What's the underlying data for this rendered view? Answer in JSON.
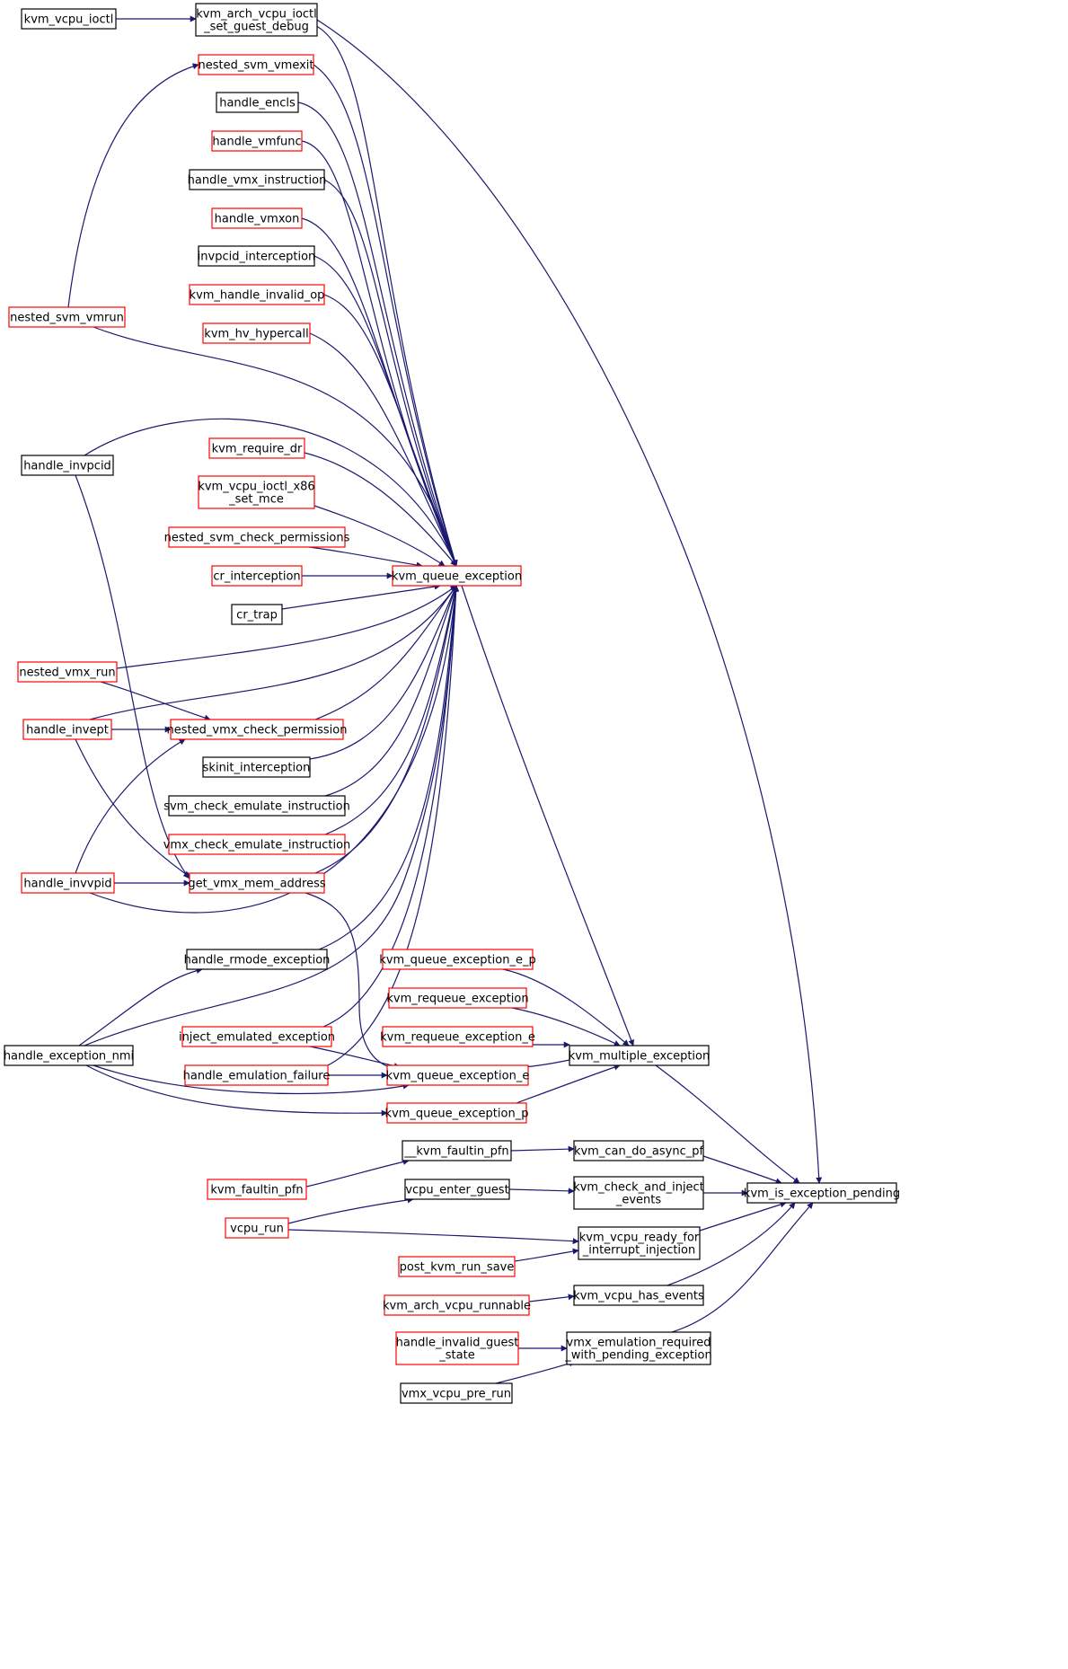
{
  "graph": {
    "type": "call-graph",
    "direction": "right-to-left",
    "colors": {
      "edge": "#191970",
      "border_default": "#000000",
      "border_truncated": "#ff0000",
      "focus_fill": "#bfbfbf",
      "background": "#ffffff"
    },
    "nodes": {
      "kvm_vcpu_ioctl": {
        "label": [
          "kvm_vcpu_ioctl"
        ],
        "border": "black"
      },
      "kvm_arch_vcpu_ioctl_set_guest_debug": {
        "label": [
          "kvm_arch_vcpu_ioctl",
          "_set_guest_debug"
        ],
        "border": "black"
      },
      "nested_svm_vmexit": {
        "label": [
          "nested_svm_vmexit"
        ],
        "border": "red"
      },
      "handle_encls": {
        "label": [
          "handle_encls"
        ],
        "border": "black"
      },
      "handle_vmfunc": {
        "label": [
          "handle_vmfunc"
        ],
        "border": "red"
      },
      "handle_vmx_instruction": {
        "label": [
          "handle_vmx_instruction"
        ],
        "border": "black"
      },
      "handle_vmxon": {
        "label": [
          "handle_vmxon"
        ],
        "border": "red"
      },
      "invpcid_interception": {
        "label": [
          "invpcid_interception"
        ],
        "border": "black"
      },
      "kvm_handle_invalid_op": {
        "label": [
          "kvm_handle_invalid_op"
        ],
        "border": "red"
      },
      "kvm_hv_hypercall": {
        "label": [
          "kvm_hv_hypercall"
        ],
        "border": "red"
      },
      "nested_svm_vmrun": {
        "label": [
          "nested_svm_vmrun"
        ],
        "border": "red"
      },
      "handle_invpcid": {
        "label": [
          "handle_invpcid"
        ],
        "border": "black"
      },
      "kvm_require_dr": {
        "label": [
          "kvm_require_dr"
        ],
        "border": "red"
      },
      "kvm_vcpu_ioctl_x86_set_mce": {
        "label": [
          "kvm_vcpu_ioctl_x86",
          "_set_mce"
        ],
        "border": "red"
      },
      "nested_svm_check_permissions": {
        "label": [
          "nested_svm_check_permissions"
        ],
        "border": "red"
      },
      "cr_interception": {
        "label": [
          "cr_interception"
        ],
        "border": "red"
      },
      "kvm_queue_exception": {
        "label": [
          "kvm_queue_exception"
        ],
        "border": "red"
      },
      "cr_trap": {
        "label": [
          "cr_trap"
        ],
        "border": "black"
      },
      "nested_vmx_run": {
        "label": [
          "nested_vmx_run"
        ],
        "border": "red"
      },
      "handle_invept": {
        "label": [
          "handle_invept"
        ],
        "border": "red"
      },
      "nested_vmx_check_permission": {
        "label": [
          "nested_vmx_check_permission"
        ],
        "border": "red"
      },
      "skinit_interception": {
        "label": [
          "skinit_interception"
        ],
        "border": "black"
      },
      "svm_check_emulate_instruction": {
        "label": [
          "svm_check_emulate_instruction"
        ],
        "border": "black"
      },
      "vmx_check_emulate_instruction": {
        "label": [
          "vmx_check_emulate_instruction"
        ],
        "border": "red"
      },
      "handle_invvpid": {
        "label": [
          "handle_invvpid"
        ],
        "border": "red"
      },
      "get_vmx_mem_address": {
        "label": [
          "get_vmx_mem_address"
        ],
        "border": "red"
      },
      "handle_rmode_exception": {
        "label": [
          "handle_rmode_exception"
        ],
        "border": "black"
      },
      "kvm_queue_exception_e_p": {
        "label": [
          "kvm_queue_exception_e_p"
        ],
        "border": "red"
      },
      "kvm_requeue_exception": {
        "label": [
          "kvm_requeue_exception"
        ],
        "border": "red"
      },
      "kvm_requeue_exception_e": {
        "label": [
          "kvm_requeue_exception_e"
        ],
        "border": "red"
      },
      "inject_emulated_exception": {
        "label": [
          "inject_emulated_exception"
        ],
        "border": "red"
      },
      "handle_exception_nmi": {
        "label": [
          "handle_exception_nmi"
        ],
        "border": "black"
      },
      "kvm_multiple_exception": {
        "label": [
          "kvm_multiple_exception"
        ],
        "border": "black"
      },
      "handle_emulation_failure": {
        "label": [
          "handle_emulation_failure"
        ],
        "border": "red"
      },
      "kvm_queue_exception_e": {
        "label": [
          "kvm_queue_exception_e"
        ],
        "border": "red"
      },
      "kvm_queue_exception_p": {
        "label": [
          "kvm_queue_exception_p"
        ],
        "border": "red"
      },
      "__kvm_faultin_pfn": {
        "label": [
          "__kvm_faultin_pfn"
        ],
        "border": "black"
      },
      "kvm_can_do_async_pf": {
        "label": [
          "kvm_can_do_async_pf"
        ],
        "border": "black"
      },
      "kvm_faultin_pfn": {
        "label": [
          "kvm_faultin_pfn"
        ],
        "border": "red"
      },
      "vcpu_enter_guest": {
        "label": [
          "vcpu_enter_guest"
        ],
        "border": "black"
      },
      "kvm_check_and_inject_events": {
        "label": [
          "kvm_check_and_inject",
          "_events"
        ],
        "border": "black"
      },
      "kvm_is_exception_pending": {
        "label": [
          "kvm_is_exception_pending"
        ],
        "border": "black",
        "focus": true
      },
      "vcpu_run": {
        "label": [
          "vcpu_run"
        ],
        "border": "red"
      },
      "kvm_vcpu_ready_for_interrupt_injection": {
        "label": [
          "kvm_vcpu_ready_for",
          "_interrupt_injection"
        ],
        "border": "black"
      },
      "post_kvm_run_save": {
        "label": [
          "post_kvm_run_save"
        ],
        "border": "red"
      },
      "kvm_arch_vcpu_runnable": {
        "label": [
          "kvm_arch_vcpu_runnable"
        ],
        "border": "red"
      },
      "kvm_vcpu_has_events": {
        "label": [
          "kvm_vcpu_has_events"
        ],
        "border": "black"
      },
      "handle_invalid_guest_state": {
        "label": [
          "handle_invalid_guest",
          "_state"
        ],
        "border": "red"
      },
      "vmx_emulation_required_with_pending_exception": {
        "label": [
          "vmx_emulation_required",
          "_with_pending_exception"
        ],
        "border": "black"
      },
      "vmx_vcpu_pre_run": {
        "label": [
          "vmx_vcpu_pre_run"
        ],
        "border": "black"
      }
    },
    "edges": [
      [
        "kvm_vcpu_ioctl",
        "kvm_arch_vcpu_ioctl_set_guest_debug"
      ],
      [
        "kvm_arch_vcpu_ioctl_set_guest_debug",
        "kvm_queue_exception"
      ],
      [
        "kvm_arch_vcpu_ioctl_set_guest_debug",
        "kvm_is_exception_pending"
      ],
      [
        "nested_svm_vmrun",
        "nested_svm_vmexit"
      ],
      [
        "nested_svm_vmexit",
        "kvm_queue_exception"
      ],
      [
        "handle_encls",
        "kvm_queue_exception"
      ],
      [
        "handle_vmfunc",
        "kvm_queue_exception"
      ],
      [
        "handle_vmx_instruction",
        "kvm_queue_exception"
      ],
      [
        "handle_vmxon",
        "kvm_queue_exception"
      ],
      [
        "invpcid_interception",
        "kvm_queue_exception"
      ],
      [
        "kvm_handle_invalid_op",
        "kvm_queue_exception"
      ],
      [
        "kvm_hv_hypercall",
        "kvm_queue_exception"
      ],
      [
        "nested_svm_vmrun",
        "kvm_queue_exception"
      ],
      [
        "handle_invpcid",
        "kvm_queue_exception"
      ],
      [
        "handle_invpcid",
        "get_vmx_mem_address"
      ],
      [
        "kvm_require_dr",
        "kvm_queue_exception"
      ],
      [
        "kvm_vcpu_ioctl_x86_set_mce",
        "kvm_queue_exception"
      ],
      [
        "nested_svm_check_permissions",
        "kvm_queue_exception"
      ],
      [
        "cr_interception",
        "kvm_queue_exception"
      ],
      [
        "cr_trap",
        "kvm_queue_exception"
      ],
      [
        "nested_vmx_run",
        "kvm_queue_exception"
      ],
      [
        "nested_vmx_run",
        "nested_vmx_check_permission"
      ],
      [
        "handle_invept",
        "kvm_queue_exception"
      ],
      [
        "handle_invept",
        "nested_vmx_check_permission"
      ],
      [
        "handle_invept",
        "get_vmx_mem_address"
      ],
      [
        "nested_vmx_check_permission",
        "kvm_queue_exception"
      ],
      [
        "skinit_interception",
        "kvm_queue_exception"
      ],
      [
        "svm_check_emulate_instruction",
        "kvm_queue_exception"
      ],
      [
        "vmx_check_emulate_instruction",
        "kvm_queue_exception"
      ],
      [
        "handle_invvpid",
        "nested_vmx_check_permission"
      ],
      [
        "handle_invvpid",
        "get_vmx_mem_address"
      ],
      [
        "handle_invvpid",
        "kvm_queue_exception"
      ],
      [
        "get_vmx_mem_address",
        "kvm_queue_exception"
      ],
      [
        "get_vmx_mem_address",
        "kvm_queue_exception_e"
      ],
      [
        "handle_rmode_exception",
        "kvm_queue_exception"
      ],
      [
        "handle_exception_nmi",
        "handle_rmode_exception"
      ],
      [
        "handle_exception_nmi",
        "kvm_queue_exception"
      ],
      [
        "handle_exception_nmi",
        "kvm_queue_exception_e"
      ],
      [
        "handle_exception_nmi",
        "kvm_queue_exception_p"
      ],
      [
        "inject_emulated_exception",
        "kvm_queue_exception"
      ],
      [
        "inject_emulated_exception",
        "kvm_queue_exception_e"
      ],
      [
        "handle_emulation_failure",
        "kvm_queue_exception"
      ],
      [
        "handle_emulation_failure",
        "kvm_queue_exception_e"
      ],
      [
        "kvm_queue_exception",
        "kvm_multiple_exception"
      ],
      [
        "kvm_queue_exception_e_p",
        "kvm_multiple_exception"
      ],
      [
        "kvm_requeue_exception",
        "kvm_multiple_exception"
      ],
      [
        "kvm_requeue_exception_e",
        "kvm_multiple_exception"
      ],
      [
        "kvm_queue_exception_e",
        "kvm_multiple_exception"
      ],
      [
        "kvm_queue_exception_p",
        "kvm_multiple_exception"
      ],
      [
        "kvm_multiple_exception",
        "kvm_is_exception_pending"
      ],
      [
        "__kvm_faultin_pfn",
        "kvm_can_do_async_pf"
      ],
      [
        "kvm_faultin_pfn",
        "__kvm_faultin_pfn"
      ],
      [
        "kvm_can_do_async_pf",
        "kvm_is_exception_pending"
      ],
      [
        "vcpu_enter_guest",
        "kvm_check_and_inject_events"
      ],
      [
        "vcpu_run",
        "vcpu_enter_guest"
      ],
      [
        "kvm_check_and_inject_events",
        "kvm_is_exception_pending"
      ],
      [
        "vcpu_run",
        "kvm_vcpu_ready_for_interrupt_injection"
      ],
      [
        "post_kvm_run_save",
        "kvm_vcpu_ready_for_interrupt_injection"
      ],
      [
        "kvm_vcpu_ready_for_interrupt_injection",
        "kvm_is_exception_pending"
      ],
      [
        "kvm_arch_vcpu_runnable",
        "kvm_vcpu_has_events"
      ],
      [
        "kvm_vcpu_has_events",
        "kvm_is_exception_pending"
      ],
      [
        "handle_invalid_guest_state",
        "vmx_emulation_required_with_pending_exception"
      ],
      [
        "vmx_vcpu_pre_run",
        "vmx_emulation_required_with_pending_exception"
      ],
      [
        "vmx_emulation_required_with_pending_exception",
        "kvm_is_exception_pending"
      ]
    ]
  }
}
